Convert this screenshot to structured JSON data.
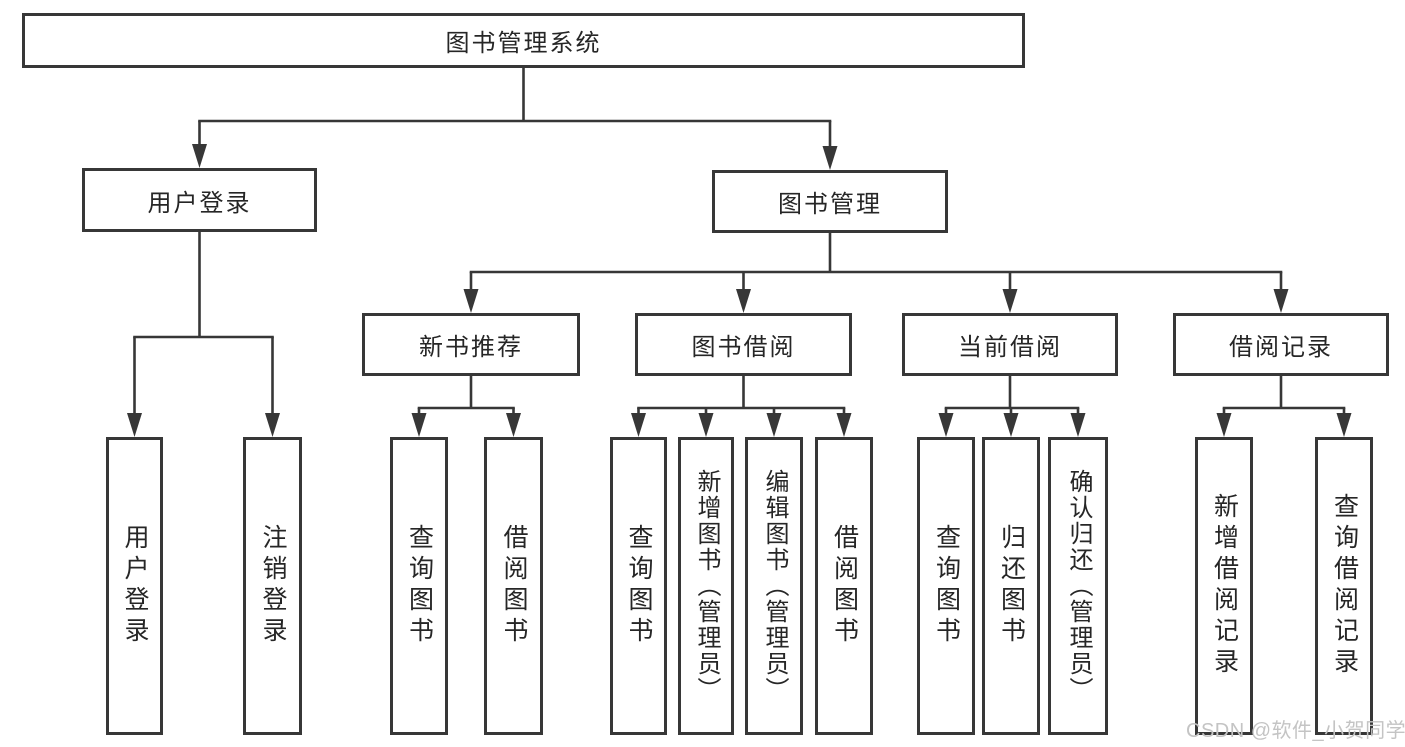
{
  "diagram": {
    "root": {
      "label": "图书管理系统"
    },
    "user_login": {
      "label": "用户登录",
      "children": [
        {
          "label": "用户登录"
        },
        {
          "label": "注销登录"
        }
      ]
    },
    "book_mgmt": {
      "label": "图书管理",
      "children": [
        {
          "label": "新书推荐",
          "children": [
            {
              "label": "查询图书"
            },
            {
              "label": "借阅图书"
            }
          ]
        },
        {
          "label": "图书借阅",
          "children": [
            {
              "label": "查询图书"
            },
            {
              "label": "新增图书（管理员）"
            },
            {
              "label": "编辑图书（管理员）"
            },
            {
              "label": "借阅图书"
            }
          ]
        },
        {
          "label": "当前借阅",
          "children": [
            {
              "label": "查询图书"
            },
            {
              "label": "归还图书"
            },
            {
              "label": "确认归还（管理员）"
            }
          ]
        },
        {
          "label": "借阅记录",
          "children": [
            {
              "label": "新增借阅记录"
            },
            {
              "label": "查询借阅记录"
            }
          ]
        }
      ]
    }
  },
  "watermark": {
    "text": "CSDN @软件_小贺同学"
  },
  "colors": {
    "line": "#373737",
    "text": "#262626",
    "watermark": "#c4c4c4",
    "background": "#ffffff"
  }
}
